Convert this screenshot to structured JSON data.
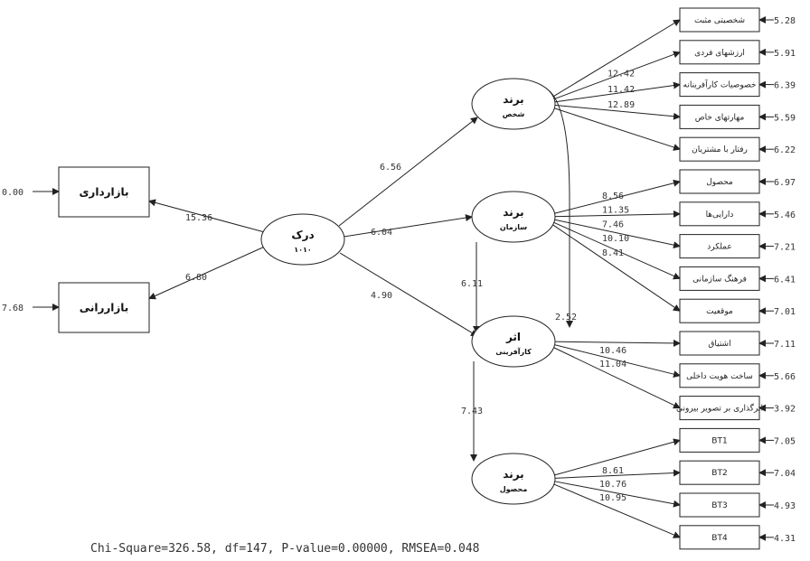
{
  "left_boxes": [
    {
      "id": "L1",
      "label": "بازارداری",
      "error": "0.00",
      "path_coef": "15.36"
    },
    {
      "id": "L2",
      "label": "بازاررانی",
      "error": "7.68",
      "path_coef": "6.80"
    }
  ],
  "latents": [
    {
      "id": "DRK",
      "line1": "درک",
      "line2": "۱۰۱۰"
    },
    {
      "id": "B1",
      "line1": "برند",
      "line2": "شخص"
    },
    {
      "id": "B2",
      "line1": "برند",
      "line2": "سازمان"
    },
    {
      "id": "B3",
      "line1": "اثر",
      "line2": "کارآفرینی"
    },
    {
      "id": "B4",
      "line1": "برند",
      "line2": "محصول"
    }
  ],
  "structural_paths": [
    {
      "from": "DRK",
      "to": "B1",
      "value": "6.56"
    },
    {
      "from": "DRK",
      "to": "B2",
      "value": "6.04"
    },
    {
      "from": "DRK",
      "to": "B3",
      "value": "4.90"
    },
    {
      "from": "B2",
      "to": "B3",
      "value": "6.11"
    },
    {
      "from": "B1",
      "to": "B3",
      "value": "2.52"
    },
    {
      "from": "B3",
      "to": "B4",
      "value": "7.43"
    }
  ],
  "right_boxes": [
    {
      "label": "شخصیتی مثبت",
      "error": "5.28",
      "loading": ""
    },
    {
      "label": "ارزشهای فردی",
      "error": "5.91",
      "loading": "12.42"
    },
    {
      "label": "خصوصیات کارآفرینانه",
      "error": "6.39",
      "loading": "11.42"
    },
    {
      "label": "مهارتهای خاص",
      "error": "5.59",
      "loading": "12.89"
    },
    {
      "label": "رفتار با مشتریان",
      "error": "6.22",
      "loading": ""
    },
    {
      "label": "محصول",
      "error": "6.97",
      "loading": "8.56"
    },
    {
      "label": "دارایی‌ها",
      "error": "5.46",
      "loading": "11.35"
    },
    {
      "label": "عملکرد",
      "error": "7.21",
      "loading": "7.46"
    },
    {
      "label": "فرهنگ سازمانی",
      "error": "6.41",
      "loading": "10.10"
    },
    {
      "label": "موقعیت",
      "error": "7.01",
      "loading": "8.41"
    },
    {
      "label": "اشتیاق",
      "error": "7.11",
      "loading": ""
    },
    {
      "label": "ساخت هویت داخلی",
      "error": "5.66",
      "loading": "10.46"
    },
    {
      "label": "اثرگذاری بر تصویر بیرونی",
      "error": "3.92",
      "loading": "11.04"
    },
    {
      "label": "BT1",
      "error": "7.05",
      "loading": ""
    },
    {
      "label": "BT2",
      "error": "7.04",
      "loading": "8.61"
    },
    {
      "label": "BT3",
      "error": "4.93",
      "loading": "10.76"
    },
    {
      "label": "BT4",
      "error": "4.31",
      "loading": "10.95"
    }
  ],
  "fit_text": "Chi-Square=326.58, df=147, P-value=0.00000, RMSEA=0.048"
}
